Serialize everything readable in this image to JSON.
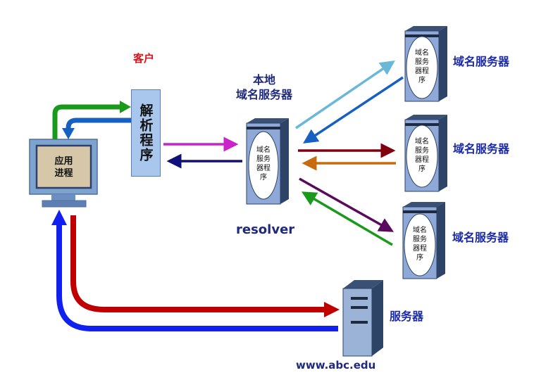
{
  "labels": {
    "client": "客户",
    "local_server": "本地\n域名服务器",
    "resolver": "resolver",
    "remote_server": "域名服务器",
    "web_server": "服务器",
    "website": "www.abc.edu",
    "parser": "解析程序",
    "process": "应用\n进程",
    "oval": "域名\n服务\n器程\n序"
  },
  "colors": {
    "server_body": "#8ea9d8",
    "monitor": "#7fa3cf",
    "screen": "#d6c7a8",
    "parser_fill": "#a9c7ec",
    "arrow_green": "#1a9a1a",
    "arrow_blue": "#1560c0",
    "arrow_magenta": "#cc22cc",
    "arrow_navy": "#10107a",
    "arrow_lightblue": "#6ab8d8",
    "arrow_darkred": "#800010",
    "arrow_orange": "#c86a10",
    "arrow_purple": "#5a0a5a",
    "arrow_red": "#c00000",
    "arrow_bright_blue": "#1020f0"
  }
}
